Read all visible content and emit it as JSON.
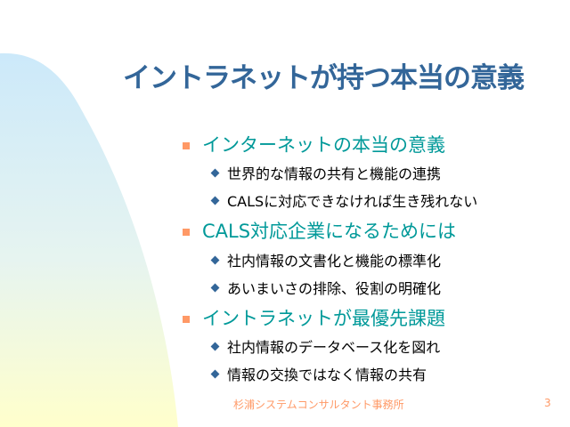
{
  "title": "イントラネットが持つ本当の意義",
  "colors": {
    "title": "#336699",
    "level1": "#009999",
    "bullet": "#ff9966",
    "diamond": "#336699",
    "footer": "#ff9966"
  },
  "bullets": [
    {
      "text": "インターネットの本当の意義",
      "sub": [
        "世界的な情報の共有と機能の連携",
        "CALSに対応できなければ生き残れない"
      ]
    },
    {
      "text": "CALS対応企業になるためには",
      "sub": [
        "社内情報の文書化と機能の標準化",
        "あいまいさの排除、役割の明確化"
      ]
    },
    {
      "text": "イントラネットが最優先課題",
      "sub": [
        "社内情報のデータベース化を図れ",
        "情報の交換ではなく情報の共有"
      ]
    }
  ],
  "footer": {
    "company": "杉浦システムコンサルタント事務所",
    "page": "3"
  }
}
